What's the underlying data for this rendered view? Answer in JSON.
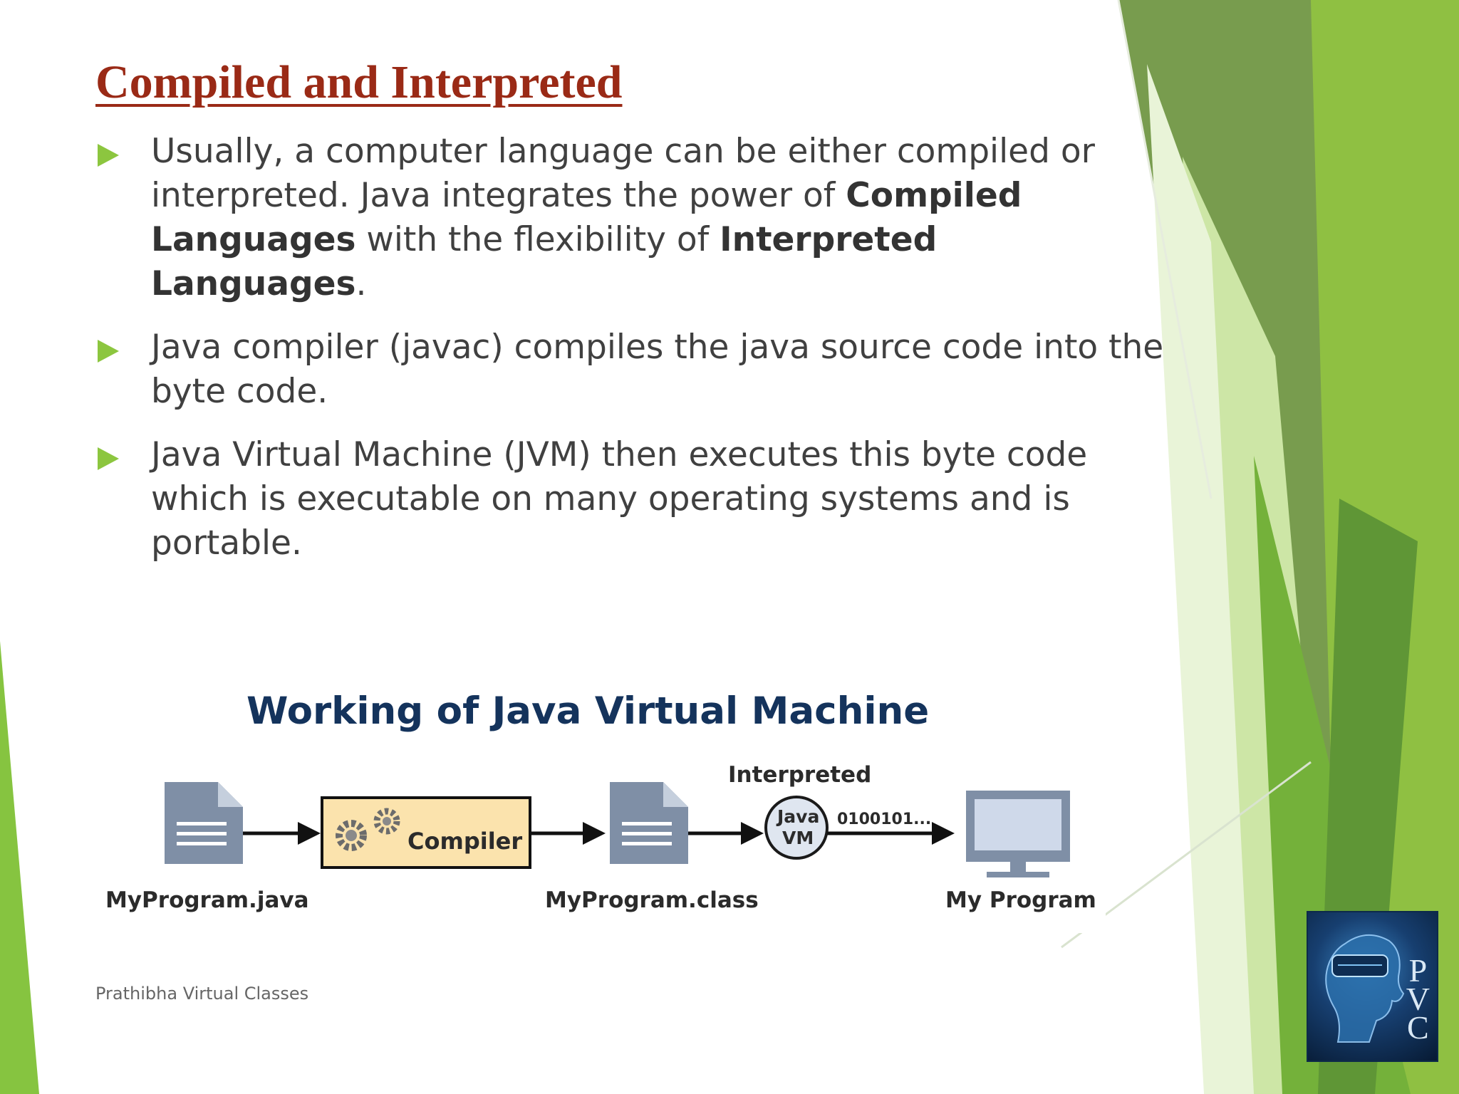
{
  "title": "Compiled and Interpreted",
  "bullets": [
    {
      "parts": [
        {
          "text": "Usually, a computer language can be either compiled or interpreted. Java integrates the power of ",
          "bold": false
        },
        {
          "text": "Compiled Languages",
          "bold": true
        },
        {
          "text": " with the flexibility of ",
          "bold": false
        },
        {
          "text": "Interpreted Languages",
          "bold": true
        },
        {
          "text": ".",
          "bold": false
        }
      ]
    },
    {
      "parts": [
        {
          "text": "Java compiler (javac) compiles the java source code into the byte code.",
          "bold": false
        }
      ]
    },
    {
      "parts": [
        {
          "text": "Java Virtual Machine (JVM) then executes this byte code which is executable on many operating systems and is portable.",
          "bold": false
        }
      ]
    }
  ],
  "diagram": {
    "title": "Working of Java Virtual Machine",
    "source_label": "MyProgram.java",
    "compiler_label": "Compiler",
    "class_label": "MyProgram.class",
    "interpreted_label": "Interpreted",
    "jvm_line1": "Java",
    "jvm_line2": "VM",
    "bits_label": "0100101...",
    "output_label": "My Program"
  },
  "footer": "Prathibha Virtual Classes",
  "logo": {
    "letters": [
      "P",
      "V",
      "C"
    ]
  },
  "colors": {
    "title": "#9a2a16",
    "bullet_arrow": "#8cc63f",
    "body_text": "#404040",
    "diagram_title": "#14335c",
    "compiler_box": "#fbe3ad",
    "document_icon": "#7f8fa6",
    "jvm_circle": "#dfe6f0",
    "monitor_screen": "#cfd9ea",
    "accent_green_dark": "#6f9a46",
    "accent_green": "#8cc63f",
    "accent_green_light": "#c5e29a"
  }
}
